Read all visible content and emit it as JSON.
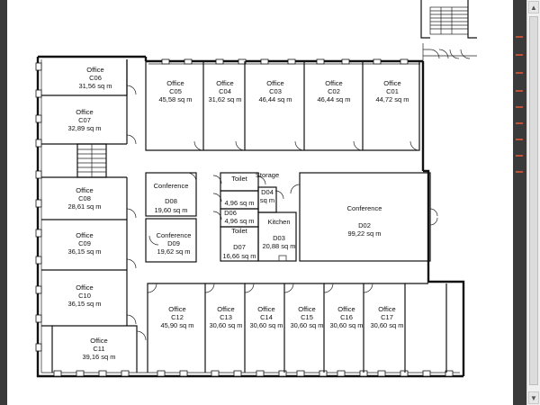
{
  "scrollbar": {
    "up_icon": "▲",
    "down_icon": "▼"
  },
  "rooms": {
    "c06": {
      "name": "Office",
      "code": "C06",
      "area": "31,56 sq m"
    },
    "c07": {
      "name": "Office",
      "code": "C07",
      "area": "32,89 sq m"
    },
    "c08": {
      "name": "Office",
      "code": "C08",
      "area": "28,61 sq m"
    },
    "c09": {
      "name": "Office",
      "code": "C09",
      "area": "36,15 sq m"
    },
    "c10": {
      "name": "Office",
      "code": "C10",
      "area": "36,15 sq m"
    },
    "c11": {
      "name": "Office",
      "code": "C11",
      "area": "39,16 sq m"
    },
    "c05": {
      "name": "Office",
      "code": "C05",
      "area": "45,58 sq m"
    },
    "c04": {
      "name": "Office",
      "code": "C04",
      "area": "31,62 sq m"
    },
    "c03": {
      "name": "Office",
      "code": "C03",
      "area": "46,44 sq m"
    },
    "c02": {
      "name": "Office",
      "code": "C02",
      "area": "46,44 sq m"
    },
    "c01": {
      "name": "Office",
      "code": "C01",
      "area": "44,72 sq m"
    },
    "d08": {
      "name": "Conference",
      "code": "D08",
      "area": "19,60 sq m"
    },
    "d09": {
      "name": "Conference",
      "code": "D09",
      "area": "19,62 sq m"
    },
    "d02": {
      "name": "Conference",
      "code": "D02",
      "area": "99,22 sq m"
    },
    "d05": {
      "name": "Toilet",
      "area": "4,96 sq m"
    },
    "d06": {
      "name": "Toilet",
      "code": "D06",
      "area": "4,96 sq m"
    },
    "d07": {
      "code": "D07",
      "area": "16,66 sq m"
    },
    "d03": {
      "name": "Kitchen",
      "code": "D03",
      "area": "20,88 sq m"
    },
    "d04": {
      "name": "Storage",
      "code": "D04",
      "area": "sq m"
    },
    "c12": {
      "name": "Office",
      "code": "C12",
      "area": "45,90 sq m"
    },
    "c13": {
      "name": "Office",
      "code": "C13",
      "area": "30,60 sq m"
    },
    "c14": {
      "name": "Office",
      "code": "C14",
      "area": "30,60 sq m"
    },
    "c15": {
      "name": "Office",
      "code": "C15",
      "area": "30,60 sq m"
    },
    "c16": {
      "name": "Office",
      "code": "C16",
      "area": "30,60 sq m"
    },
    "c17": {
      "name": "Office",
      "code": "C17",
      "area": "30,60 sq m"
    }
  }
}
